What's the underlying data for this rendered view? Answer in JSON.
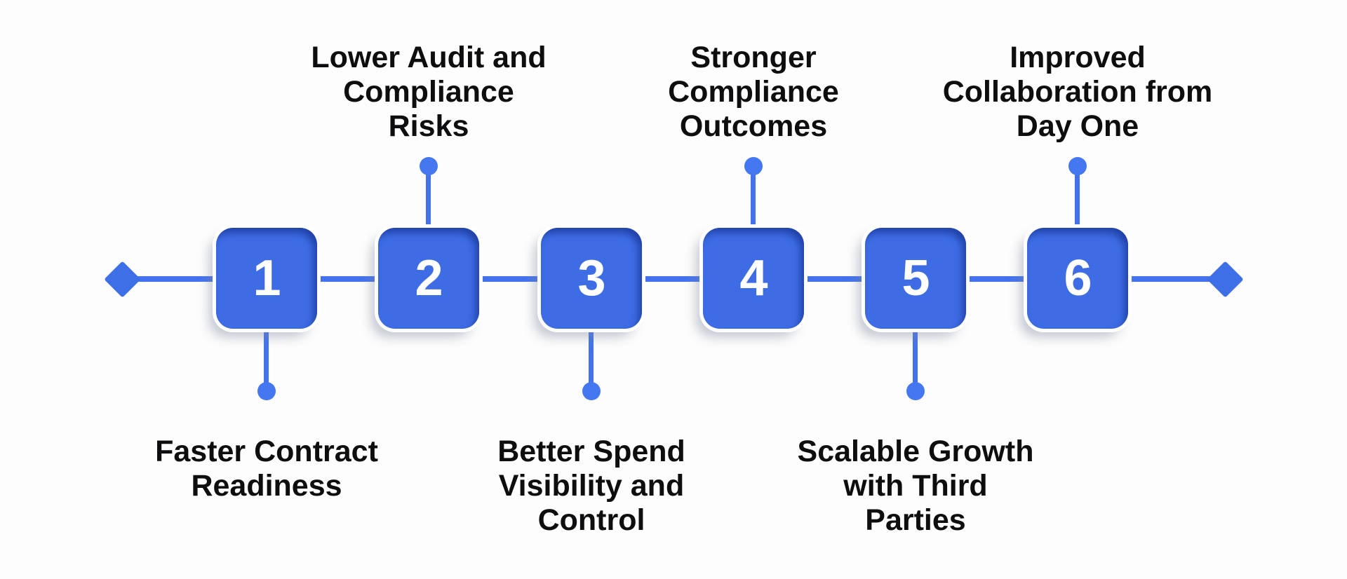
{
  "background": "#fdfdfd",
  "colors": {
    "box_fill": "#3d6ce4",
    "box_inner_shadow": "#122d87",
    "box_ring": "#ffffff",
    "connector": "#4373ec",
    "dot": "#4577f0",
    "diamond": "#3e6fe6",
    "label_text": "#0e0e10",
    "number_text": "#ffffff"
  },
  "timeline": {
    "steps": [
      {
        "number": "1",
        "label": "Faster Contract Readiness",
        "label_position": "below",
        "label_lines": [
          "Faster Contract",
          "Readiness"
        ]
      },
      {
        "number": "2",
        "label": "Lower Audit and Compliance Risks",
        "label_position": "above",
        "label_lines": [
          "Lower Audit and",
          "Compliance",
          "Risks"
        ]
      },
      {
        "number": "3",
        "label": "Better Spend Visibility and Control",
        "label_position": "below",
        "label_lines": [
          "Better Spend",
          "Visibility and",
          "Control"
        ]
      },
      {
        "number": "4",
        "label": "Stronger Compliance Outcomes",
        "label_position": "above",
        "label_lines": [
          "Stronger",
          "Compliance",
          "Outcomes"
        ]
      },
      {
        "number": "5",
        "label": "Scalable Growth with Third Parties",
        "label_position": "below",
        "label_lines": [
          "Scalable Growth",
          "with Third",
          "Parties"
        ]
      },
      {
        "number": "6",
        "label": "Improved Collaboration from Day One",
        "label_position": "above",
        "label_lines": [
          "Improved",
          "Collaboration from",
          "Day One"
        ]
      }
    ]
  }
}
